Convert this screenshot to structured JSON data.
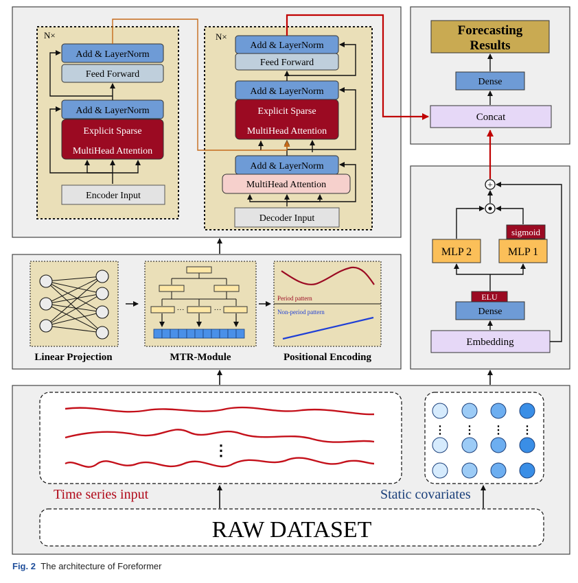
{
  "encoder": {
    "repeat": "N×",
    "addnorm_top": "Add & LayerNorm",
    "feed_forward": "Feed Forward",
    "addnorm_mid": "Add & LayerNorm",
    "attn_line1": "Explicit Sparse",
    "attn_line2": "MultiHead Attention",
    "input": "Encoder Input"
  },
  "decoder": {
    "repeat": "N×",
    "addnorm_top": "Add & LayerNorm",
    "feed_forward": "Feed Forward",
    "addnorm_mid": "Add & LayerNorm",
    "attn_line1": "Explicit Sparse",
    "attn_line2": "MultiHead Attention",
    "addnorm_low": "Add & LayerNorm",
    "mha": "MultiHead Attention",
    "input": "Decoder Input"
  },
  "output": {
    "results_line1": "Forecasting",
    "results_line2": "Results",
    "dense": "Dense",
    "concat": "Concat"
  },
  "static_branch": {
    "plus": "+",
    "dot": "•",
    "mlp2": "MLP 2",
    "mlp1": "MLP 1",
    "sigmoid": "sigmoid",
    "elu": "ELU",
    "dense": "Dense",
    "embedding": "Embedding"
  },
  "middle": {
    "linear_projection": "Linear Projection",
    "mtr_module": "MTR-Module",
    "positional_encoding": "Positional Encoding",
    "period_pattern": "Period pattern",
    "non_period_pattern": "Non-period pattern",
    "dots": "···"
  },
  "bottom": {
    "time_series_input": "Time series input",
    "static_covariates": "Static covariates",
    "raw_dataset": "RAW DATASET",
    "vdots": "⋮"
  },
  "caption": {
    "fig": "Fig. 2",
    "text": "The architecture of Foreformer"
  },
  "colors": {
    "panel_bg": "#efefef",
    "block_bg": "#eadfb8",
    "blue_box": "#6e9bd6",
    "grey_blue_box": "#bfcfdc",
    "dark_red": "#9b0a22",
    "pink_box": "#f6d0cc",
    "lavender_box": "#e6d8f7",
    "orange_box": "#fbbf59",
    "gold_box": "#c9aa52",
    "red_arrow": "#c00000",
    "orange_arrow": "#c56a1a",
    "text_red": "#b00a1a",
    "text_blue": "#1a3f7a"
  }
}
